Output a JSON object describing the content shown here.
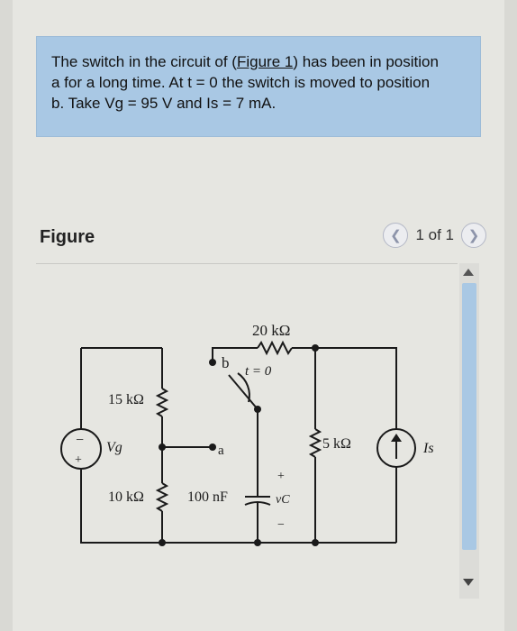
{
  "problem": {
    "line1_pre": "The switch in the circuit of (",
    "figure_link": "Figure 1",
    "line1_post": ") has been in position",
    "line2": "a for a long time. At t = 0 the switch is moved to position",
    "line3": "b. Take Vg = 95 V and Is = 7 mA."
  },
  "figure": {
    "title": "Figure",
    "pager_text": "1 of 1",
    "prev_icon": "chevron-left-icon",
    "next_icon": "chevron-right-icon"
  },
  "circuit": {
    "r_top": "20 kΩ",
    "r_left_top": "15 kΩ",
    "r_left_bottom": "10 kΩ",
    "r_right": "5 kΩ",
    "capacitor": "100 nF",
    "switch_time": "t = 0",
    "pos_b": "b",
    "pos_a": "a",
    "source_v": "Vg",
    "source_i": "Is",
    "vc_label": "vC",
    "plus": "+",
    "minus": "−"
  }
}
